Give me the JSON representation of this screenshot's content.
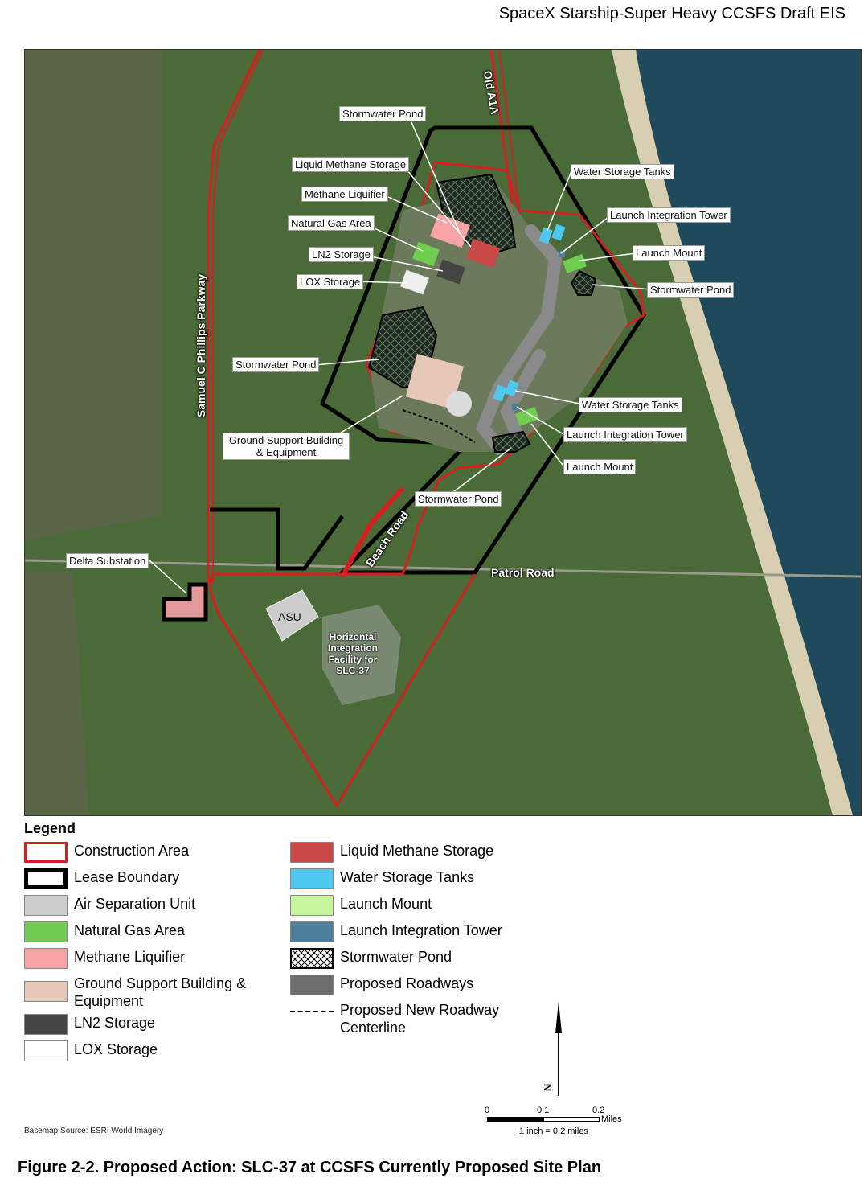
{
  "header": {
    "title": "SpaceX Starship-Super Heavy CCSFS Draft EIS"
  },
  "map": {
    "labels": {
      "stormwater_pond_1": "Stormwater Pond",
      "liquid_methane_storage": "Liquid Methane Storage",
      "methane_liquifier": "Methane Liquifier",
      "natural_gas_area": "Natural Gas Area",
      "ln2_storage": "LN2 Storage",
      "lox_storage": "LOX Storage",
      "stormwater_pond_2": "Stormwater Pond",
      "ground_support_building": "Ground Support Building & Equipment",
      "water_storage_tanks_1": "Water Storage Tanks",
      "launch_integration_tower_1": "Launch Integration Tower",
      "launch_mount_1": "Launch Mount",
      "stormwater_pond_3": "Stormwater Pond",
      "water_storage_tanks_2": "Water Storage Tanks",
      "launch_integration_tower_2": "Launch Integration Tower",
      "launch_mount_2": "Launch Mount",
      "stormwater_pond_4": "Stormwater Pond",
      "delta_substation": "Delta Substation",
      "asu": "ASU",
      "horizontal_integration_facility": "Horizontal Integration Facility for SLC-37"
    },
    "roads": {
      "old_a1a": "Old A1A",
      "samuel_c_phillips": "Samuel C Phillips Parkway",
      "beach_road": "Beach Road",
      "patrol_road": "Patrol Road"
    }
  },
  "legend": {
    "title": "Legend",
    "items": [
      {
        "label": "Construction Area",
        "color": "#ffffff",
        "border": "#d42020"
      },
      {
        "label": "Lease Boundary",
        "color": "#ffffff",
        "border": "#000000"
      },
      {
        "label": "Air Separation Unit",
        "color": "#cccccc"
      },
      {
        "label": "Natural Gas Area",
        "color": "#6fcd4f"
      },
      {
        "label": "Methane Liquifier",
        "color": "#f7a3a6"
      },
      {
        "label": "Ground Support Building & Equipment",
        "color": "#e6c8b8"
      },
      {
        "label": "LN2 Storage",
        "color": "#444444"
      },
      {
        "label": "LOX Storage",
        "color": "#ffffff"
      },
      {
        "label": "Liquid Methane Storage",
        "color": "#c94848"
      },
      {
        "label": "Water Storage Tanks",
        "color": "#4fc8ef"
      },
      {
        "label": "Launch Mount",
        "color": "#c8f59c"
      },
      {
        "label": "Launch Integration Tower",
        "color": "#4d7f9c"
      },
      {
        "label": "Stormwater Pond",
        "color": "crosshatch"
      },
      {
        "label": "Proposed Roadways",
        "color": "#6e6e6e"
      },
      {
        "label": "Proposed New Roadway Centerline",
        "color": "dashed"
      }
    ]
  },
  "north": {
    "label": "N"
  },
  "scale": {
    "ticks": [
      "0",
      "0.1",
      "0.2"
    ],
    "unit": "Miles",
    "note": "1 inch = 0.2 miles"
  },
  "basemap_source": "Basemap Source: ESRI World Imagery",
  "caption": "Figure 2-2. Proposed Action: SLC-37 at CCSFS Currently Proposed Site Plan"
}
